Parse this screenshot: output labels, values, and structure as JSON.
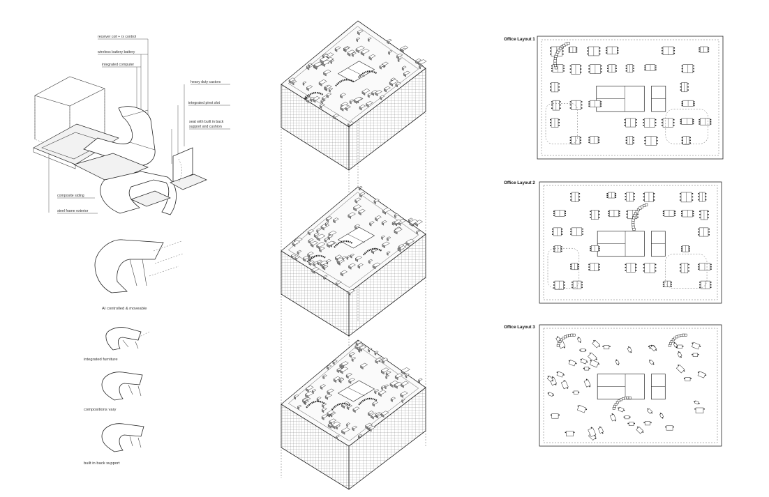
{
  "chair_callouts": [
    "receiver coil + rx control",
    "wireless battery battery",
    "integrated computer",
    "heavy duty castors",
    "integrated pivot slot",
    "seat with built in back",
    "support and cushion",
    "composite siding",
    "steel frame exterior"
  ],
  "captions": {
    "ai_controlled": "AI controlled & moveable",
    "integrated_furniture": "integrated furniture",
    "compositions_vary": "compositions vary",
    "built_in_back": "built in back support"
  },
  "layouts": [
    {
      "title": "Office Layout 1"
    },
    {
      "title": "Office Layout 2"
    },
    {
      "title": "Office Layout 3"
    }
  ]
}
